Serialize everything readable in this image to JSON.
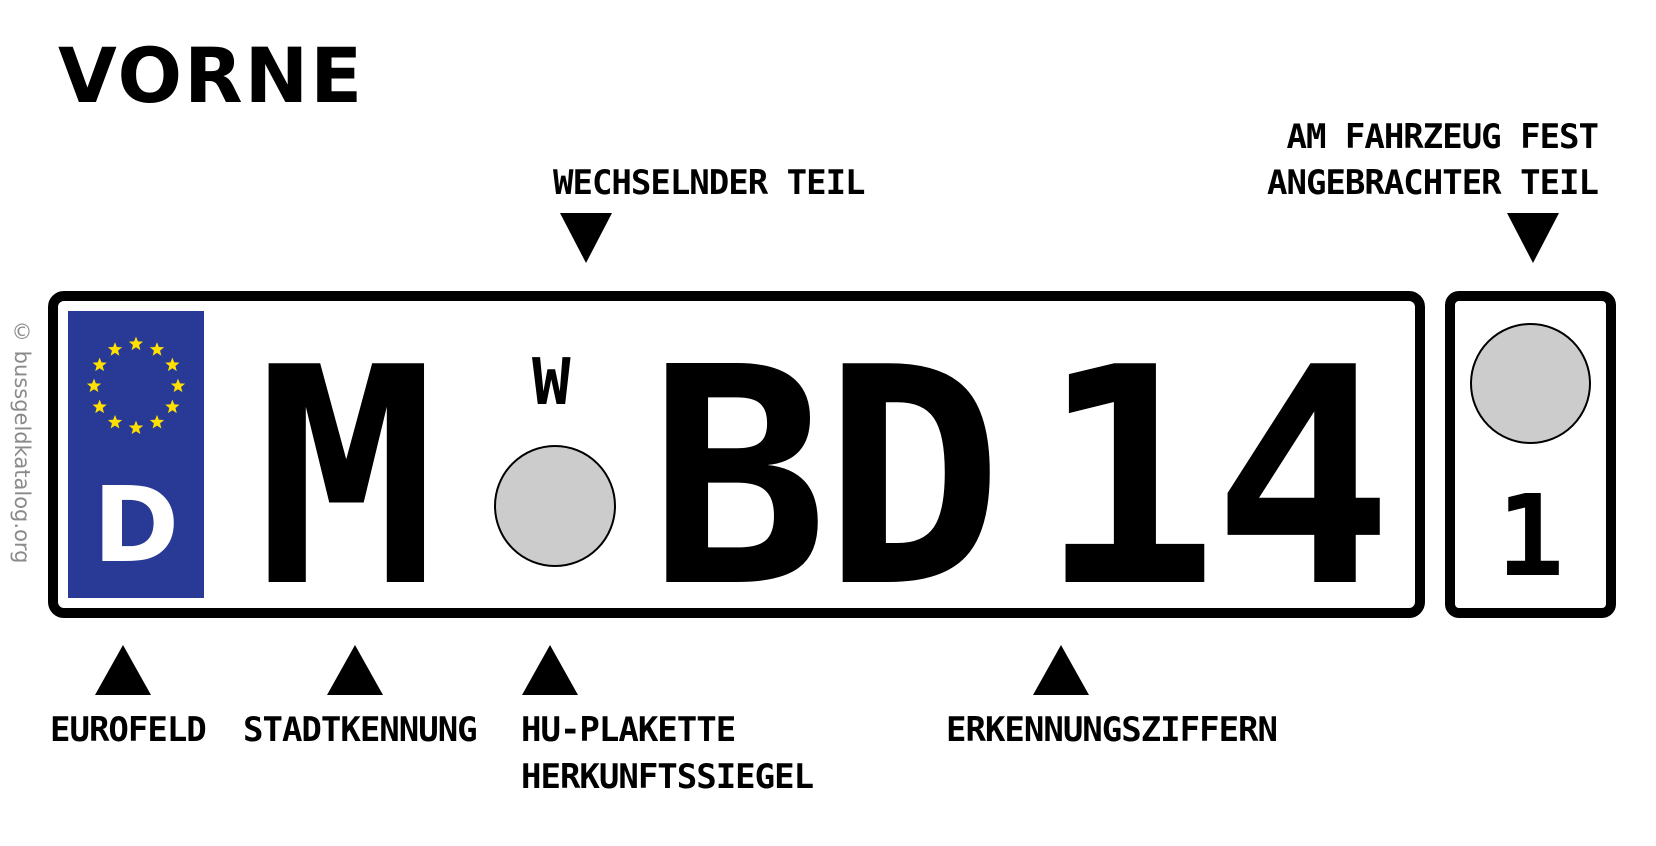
{
  "title": "VORNE",
  "labels": {
    "wechselnder_teil": "WECHSELNDER TEIL",
    "fester_teil_line1": "AM FAHRZEUG FEST",
    "fester_teil_line2": "ANGEBRACHTER TEIL",
    "eurofeld": "EUROFELD",
    "stadtkennung": "STADTKENNUNG",
    "hu_plakette": "HU-PLAKETTE",
    "herkunftssiegel": "HERKUNFTSSIEGEL",
    "erkennungsziffern": "ERKENNUNGSZIFFERN"
  },
  "plate": {
    "country_code": "D",
    "city_code": "M",
    "seal_letter": "W",
    "letters": "BD",
    "digits": "14",
    "euro_field_color": "#283a95",
    "star_color": "#ffe000",
    "seal_color": "#cccccc"
  },
  "small_plate": {
    "digit": "1"
  },
  "watermark": "© bussgeldkatalog.org"
}
